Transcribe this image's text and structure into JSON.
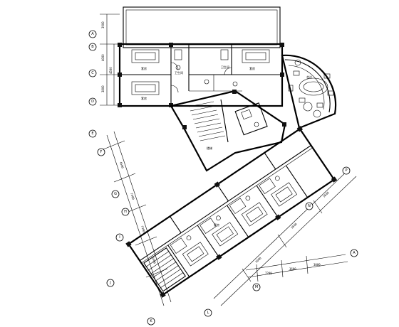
{
  "drawing": {
    "type": "architectural floor plan",
    "grid_bubbles": [
      "A",
      "B",
      "C",
      "D",
      "E",
      "F",
      "G",
      "H",
      "I",
      "J",
      "K",
      "L",
      "M",
      "N",
      "P"
    ],
    "section_mark": "A",
    "dimension_labels": [
      "3900",
      "4000",
      "3800",
      "4500",
      "4500",
      "7300",
      "7300",
      "3300",
      "3000",
      "3600",
      "5600",
      "7200",
      "3600",
      "3000"
    ],
    "room_tags": [
      "套房",
      "套房",
      "套房",
      "套房",
      "会议",
      "卫生间",
      "卫生间",
      "楼梯"
    ]
  }
}
